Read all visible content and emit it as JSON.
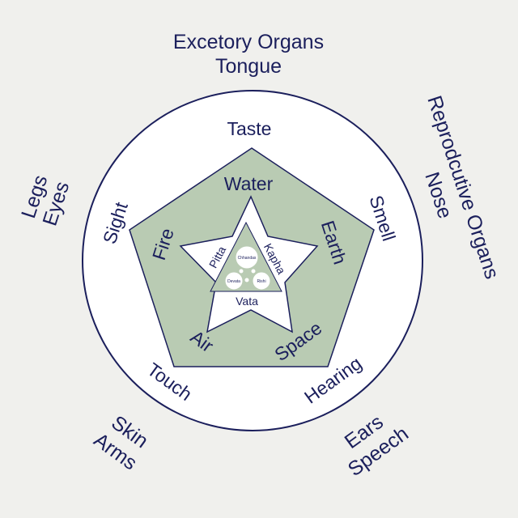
{
  "colors": {
    "background": "#f0f0ed",
    "text": "#1b1f5c",
    "circle_fill": "#ffffff",
    "circle_stroke": "#1b1f5c",
    "pentagon_fill": "#b9cbb3",
    "star_fill": "#ffffff",
    "triangle_fill": "#b9cbb3"
  },
  "outer": {
    "top_line1": "Excetory Organs",
    "top_line2": "Tongue",
    "right_line1": "Reprodcutive Organs",
    "right_line2": "Nose",
    "bottom_right_line1": "Ears",
    "bottom_right_line2": "Speech",
    "bottom_left_line1": "Skin",
    "bottom_left_line2": "Arms",
    "left_line1": "Legs",
    "left_line2": "Eyes"
  },
  "senses": {
    "taste": "Taste",
    "smell": "Smell",
    "hearing": "Hearing",
    "touch": "Touch",
    "sight": "Sight"
  },
  "elements": {
    "water": "Water",
    "earth": "Earth",
    "space": "Space",
    "air": "Air",
    "fire": "Fire"
  },
  "doshas": {
    "pitta": "Pitta",
    "kapha": "Kapha",
    "vata": "Vata"
  },
  "triangle_circles": {
    "top": "Chhandas",
    "left": "Devata",
    "right": "Rishi"
  }
}
